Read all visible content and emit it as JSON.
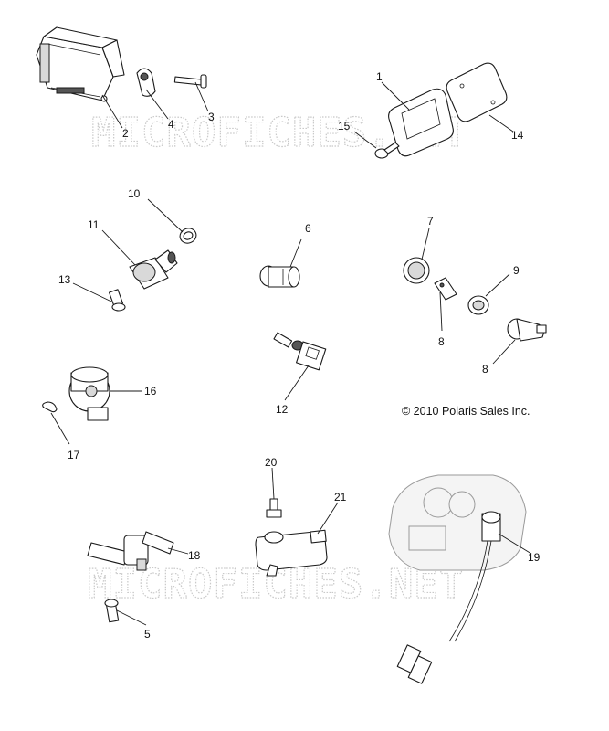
{
  "watermark_text": "MICROFICHES.NET",
  "copyright": "© 2010 Polaris Sales Inc.",
  "callouts": {
    "c1": "1",
    "c2": "2",
    "c3": "3",
    "c4": "4",
    "c5": "5",
    "c6": "6",
    "c7": "7",
    "c8a": "8",
    "c8b": "8",
    "c9": "9",
    "c10": "10",
    "c11": "11",
    "c12": "12",
    "c13": "13",
    "c14": "14",
    "c15": "15",
    "c16": "16",
    "c17": "17",
    "c18": "18",
    "c19": "19",
    "c20": "20",
    "c21": "21"
  }
}
